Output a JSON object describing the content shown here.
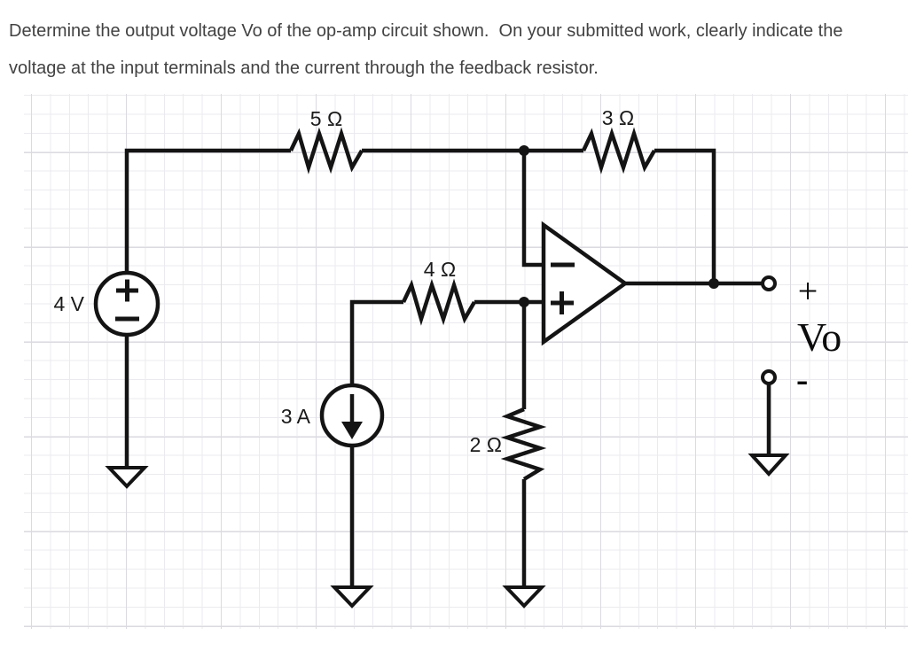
{
  "problem": {
    "line1": "Determine the output voltage Vo of the op-amp circuit shown.  On your submitted work, clearly indicate the",
    "line2": "voltage at the input terminals and the current through the feedback resistor."
  },
  "circuit": {
    "resistors": {
      "top_left": {
        "label": "5 Ω"
      },
      "feedback": {
        "label": "3 Ω"
      },
      "middle": {
        "label": "4 Ω"
      },
      "bottom": {
        "label": "2 Ω"
      }
    },
    "sources": {
      "voltage": {
        "label": "4 V",
        "polarity_top": "+",
        "polarity_bottom": "−"
      },
      "current": {
        "label": "3 A",
        "direction": "down"
      }
    },
    "opamp": {
      "inverting_sign": "−",
      "noninverting_sign": "+"
    },
    "output": {
      "plus": "+",
      "name": "Vo",
      "minus": "-"
    },
    "grounds": 4
  },
  "colors": {
    "wire": "#141414",
    "label": "#1a1a1a",
    "problem_text": "#424242",
    "grid_minor": "#ebebef",
    "grid_major": "#dadae0",
    "background": "#ffffff"
  }
}
